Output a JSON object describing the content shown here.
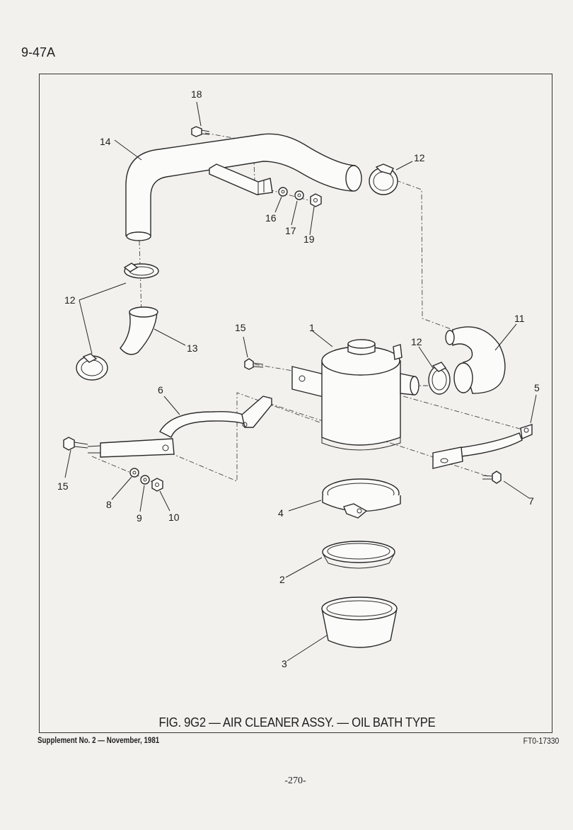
{
  "page_number": "9-47A",
  "caption": "FIG. 9G2 — AIR CLEANER ASSY. — OIL BATH TYPE",
  "supplement": "Supplement No. 2 — November, 1981",
  "figure_code": "FT0-17330",
  "footer_page": "-270-",
  "callouts": {
    "c18": "18",
    "c14": "14",
    "c12a": "12",
    "c16": "16",
    "c17": "17",
    "c19": "19",
    "c12b": "12",
    "c13": "13",
    "c15a": "15",
    "c1": "1",
    "c11": "11",
    "c12c": "12",
    "c6": "6",
    "c5": "5",
    "c15b": "15",
    "c8": "8",
    "c9": "9",
    "c10": "10",
    "c7": "7",
    "c4": "4",
    "c2": "2",
    "c3": "3"
  }
}
